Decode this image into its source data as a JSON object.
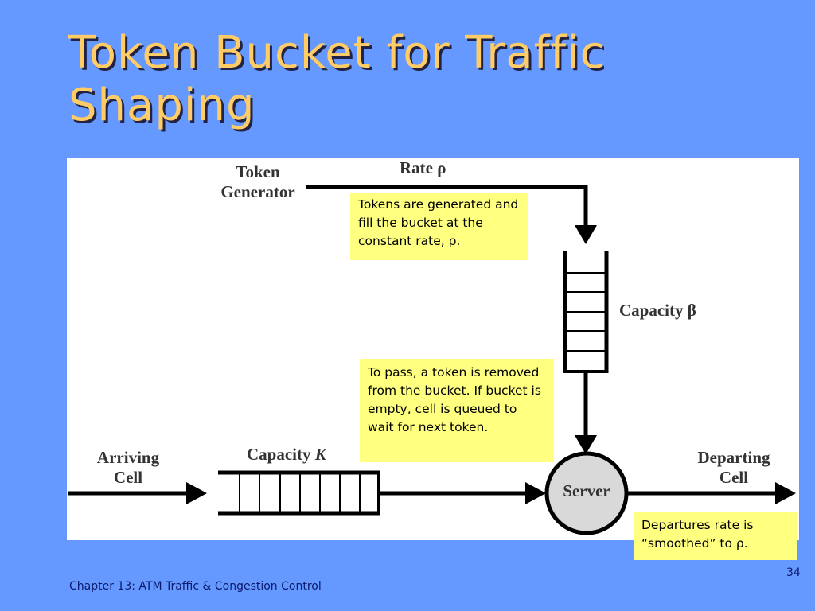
{
  "slide": {
    "title": "Token Bucket for Traffic Shaping",
    "footer": "Chapter 13:  ATM Traffic & Congestion Control",
    "page_number": "34"
  },
  "diagram": {
    "token_generator_line1": "Token",
    "token_generator_line2": "Generator",
    "rate_label": "Rate ρ",
    "capacity_beta_label": "Capacity β",
    "capacity_k_prefix": "Capacity ",
    "capacity_k_var": "K",
    "arriving_line1": "Arriving",
    "arriving_line2": "Cell",
    "departing_line1": "Departing",
    "departing_line2": "Cell",
    "server_label": "Server",
    "note_tokens": "Tokens are generated and fill the bucket at the constant rate, ρ.",
    "note_pass": "To pass, a token is removed from the bucket.  If bucket is empty, cell is queued to wait for next token.",
    "note_departures": "Departures rate is “smoothed” to ρ.",
    "colors": {
      "background": "#6699FF",
      "title": "#FFCC66",
      "note_fill": "#FFFF80",
      "server_fill": "#D9D9D9"
    }
  }
}
